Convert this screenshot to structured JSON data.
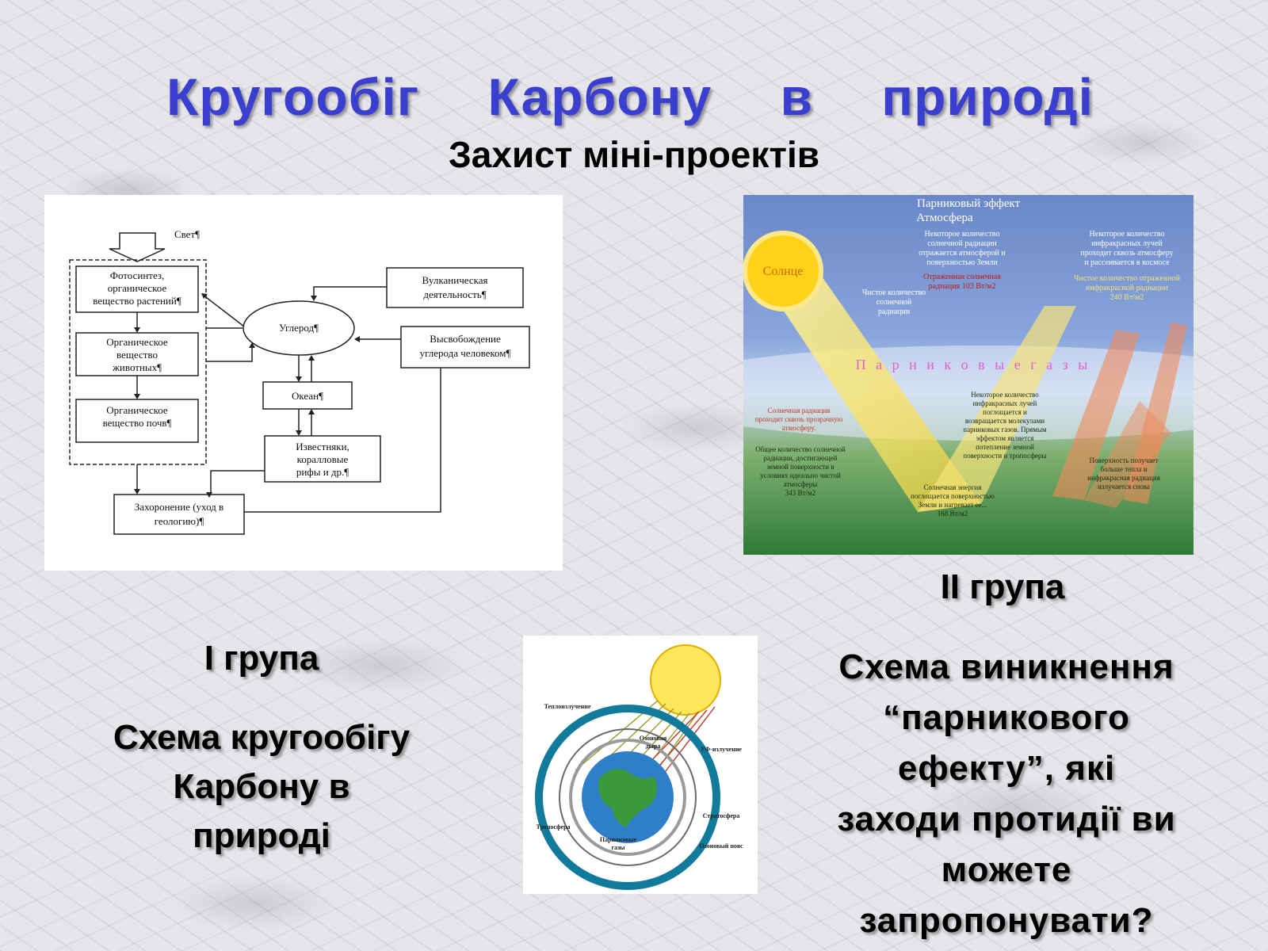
{
  "title_words": [
    "Кругообіг",
    "Карбону",
    "в",
    "природі"
  ],
  "subtitle": "Захист міні-проектів",
  "carbon_diagram": {
    "light": "Свет¶",
    "photosynthesis": [
      "Фотосинтез,",
      "органическое",
      "вещество растений¶"
    ],
    "animals": [
      "Органическое",
      "вещество",
      "животных¶"
    ],
    "soil": [
      "Органическое",
      "вещество почв¶"
    ],
    "carbon": "Углерод¶",
    "volcano": [
      "Вулканическая",
      "деятельность¶"
    ],
    "human": [
      "Высвобождение",
      "углерода человеком¶"
    ],
    "ocean": "Океан¶",
    "limestone": [
      "Известняки,",
      "коралловые",
      "рифы и др.¶"
    ],
    "burial": [
      "Захоронение (уход в",
      "геологию)¶"
    ]
  },
  "greenhouse_image": {
    "title": "Парниковый эффект",
    "subtitle": "Атмосфера",
    "sun": "Солнце",
    "gases": "П а р н и к о в ы е   г а з ы",
    "reflected": [
      "Некоторое количество",
      "солнечной радиации",
      "отражается атмосферой и",
      "поверхностью Земли"
    ],
    "reflected_value": [
      "Отраженная солнечная",
      "радиация 103 Вт/м2"
    ],
    "net": [
      "Чистое количество",
      "солнечной",
      "радиации"
    ],
    "ir_escape": [
      "Некоторое количество",
      "инфракрасных лучей",
      "проходит сквозь атмосферу",
      "и рассеивается в космосе"
    ],
    "ir_value": [
      "Чистое количество отраженной",
      "инфракрасной радиации",
      "240 Вт/м2"
    ],
    "passes": [
      "Солнечная радиация",
      "проходит сквозь прозрачную",
      "атмосферу."
    ],
    "total": [
      "Общее количество солнечной",
      "радиации, достигающей",
      "земной поверхности в",
      "условиях идеально чистой",
      "атмосферы",
      "343 Вт/м2"
    ],
    "absorbed": [
      "Некоторое количество",
      "инфракрасных лучей",
      "поглощается и",
      "возвращается молекулами",
      "парниковых газов. Прямым",
      "эффектом является",
      "потепление земной",
      "поверхности и тропосферы"
    ],
    "surface": [
      "Поверхность получает",
      "больше тепла и",
      "инфракрасная радиация",
      "излучается снова"
    ],
    "energy": [
      "Солнечная энергия",
      "поглощается поверхностью",
      "Земли и нагревает ее...",
      "168 Вт/м2"
    ]
  },
  "earth_image": {
    "thermal": "Теплоизлучение",
    "ozone_hole": [
      "Озоновая",
      "дыра"
    ],
    "uv": "УФ-излучение",
    "troposphere": "Тропосфера",
    "stratosphere": "Стратосфера",
    "ozone_layer": "Озоновый пояс",
    "gases": [
      "Парниковые",
      "газы"
    ]
  },
  "group1": {
    "label": "I група",
    "desc": [
      "Схема кругообігу",
      "Карбону в",
      "природі"
    ]
  },
  "group2": {
    "label": "II група",
    "desc": [
      "Схема виникнення",
      "“парникового",
      "ефекту”, які",
      "заходи протидії ви",
      "можете",
      "запропонувати?"
    ]
  }
}
